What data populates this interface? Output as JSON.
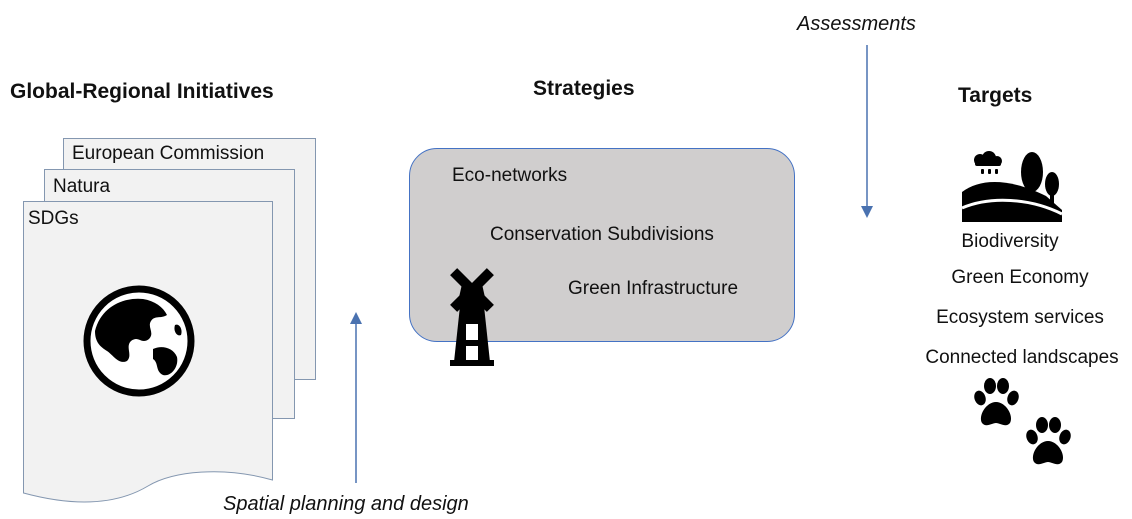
{
  "headings": {
    "initiatives": "Global-Regional Initiatives",
    "strategies": "Strategies",
    "targets": "Targets"
  },
  "documents": [
    "European Commission",
    "Natura",
    "SDGs"
  ],
  "strategy_items": [
    "Eco-networks",
    "Conservation Subdivisions",
    "Green Infrastructure"
  ],
  "target_items": [
    "Biodiversity",
    "Green Economy",
    "Ecosystem services",
    "Connected landscapes"
  ],
  "arrows": {
    "assessments": "Assessments",
    "spatial": "Spatial planning and design"
  },
  "icons": {
    "globe": "globe-icon",
    "windmill": "windmill-icon",
    "landscape": "landscape-icon",
    "paws": "paw-print-icon"
  },
  "colors": {
    "arrow": "#4a72b0",
    "box_fill": "#d0cece",
    "box_border": "#4472c4",
    "doc_fill": "#f2f2f2",
    "doc_border": "#8497b0"
  }
}
